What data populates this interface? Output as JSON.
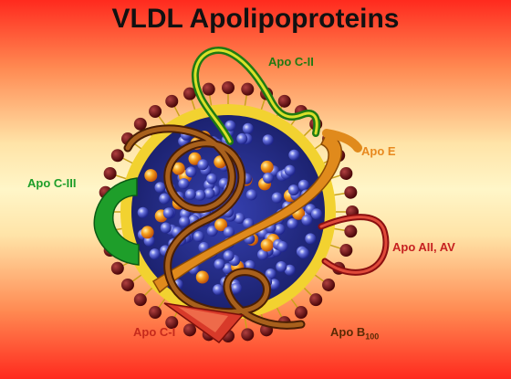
{
  "title": "VLDL Apolipoproteins",
  "labels": {
    "apo_c2": "Apo C-II",
    "apo_e": "Apo E",
    "apo_c3": "Apo C-III",
    "apo_a2_av": "Apo AII, AV",
    "apo_c1": "Apo C-I",
    "apo_b": "Apo B",
    "apo_b_subscript": "100"
  },
  "colors": {
    "apo_c2": "#1f8a1f",
    "apo_e": "#e8891f",
    "apo_c3": "#1e9e2a",
    "apo_a2_av": "#c62020",
    "apo_c1": "#d83a2a",
    "apo_b": "#7a3a0a",
    "core_blue": "#3a44c0",
    "core_orange": "#f29a22",
    "phospholipid_head": "#6a0f12"
  }
}
